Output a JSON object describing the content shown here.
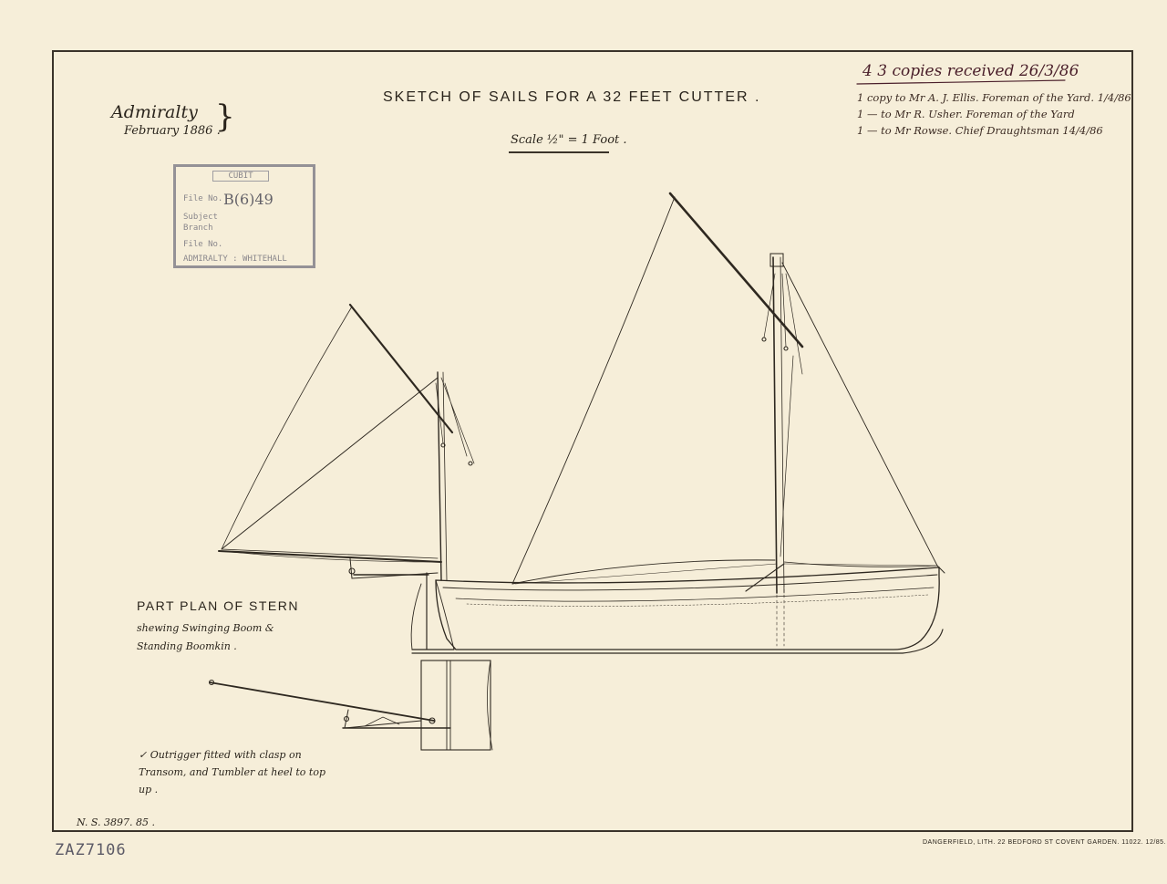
{
  "header": {
    "title": "SKETCH OF SAILS FOR A 32 FEET CUTTER .",
    "scale": "Scale ½\" = 1 Foot ."
  },
  "origin": {
    "office": "Admiralty",
    "date": "February 1886 ."
  },
  "stamp": {
    "line1": "CUBIT",
    "line2": "File No.",
    "handwritten": "B(6)49",
    "line3": "Subject",
    "line4": "Branch",
    "line5": "File No.",
    "line6": "ADMIRALTY : WHITEHALL"
  },
  "copies_note": {
    "heading": "4 3 copies received 26/3/86",
    "entries": [
      "1 copy to Mr A. J. Ellis. Foreman of the Yard. 1/4/86",
      "1 — to Mr R. Usher. Foreman of the Yard",
      "1 — to Mr Rowse. Chief Draughtsman 14/4/86"
    ]
  },
  "stern_plan": {
    "heading": "PART PLAN OF STERN",
    "subtitle": "shewing Swinging Boom & Standing Boomkin ."
  },
  "outrigger_note": "✓ Outrigger fitted with clasp on Transom, and Tumbler at heel to top up .",
  "footer": {
    "ns_reference": "N. S. 3897. 85 .",
    "printer": "DANGERFIELD, LITH. 22 BEDFORD ST COVENT GARDEN.   11022. 12/85.",
    "catalog_number": "ZAZ7106"
  }
}
